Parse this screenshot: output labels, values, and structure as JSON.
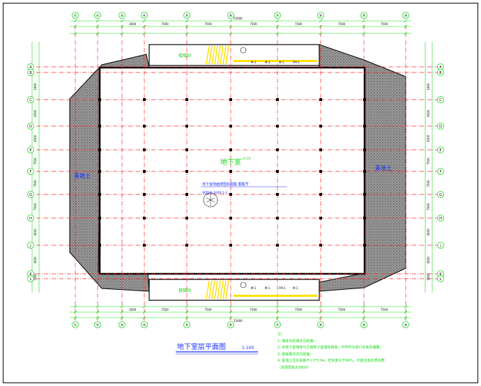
{
  "drawing": {
    "title": "地下室层平面图",
    "scale": "1:100",
    "room_label": "地下室",
    "room_area": "±0.00",
    "backfill_left": "素填土",
    "backfill_right": "素填土",
    "note_line1": "地下室地面按国标图集 图集号",
    "note_line2": "详见JSJ-2006-1-1"
  },
  "grid": {
    "top_labels": [
      "①",
      "②",
      "③",
      "④",
      "⑤",
      "⑥",
      "⑦",
      "⑧",
      "⑨",
      "⑩"
    ],
    "bottom_labels": [
      "①",
      "②",
      "③",
      "④",
      "⑤",
      "⑥",
      "⑦",
      "⑧",
      "⑨",
      "⑩"
    ],
    "left_labels": [
      "A",
      "B",
      "C",
      "D",
      "E",
      "F",
      "G",
      "H",
      "J",
      "K",
      "L"
    ],
    "right_labels": [
      "A",
      "B",
      "C",
      "D",
      "E",
      "F",
      "G",
      "H",
      "J",
      "K",
      "L"
    ],
    "top_dims": [
      "3000",
      "7500",
      "7500",
      "7500",
      "7500",
      "7500",
      "7500"
    ],
    "total_dim": "53000",
    "left_dims": [
      "1800",
      "4500",
      "4500",
      "7500",
      "7500",
      "7500",
      "4500",
      "4500",
      "1800"
    ]
  },
  "stairs": {
    "top_labels": [
      "M-1",
      "M-1",
      "M-1",
      "FM-1"
    ],
    "bottom_labels": [
      "M-1",
      "M-1",
      "FM-1",
      "M-1"
    ],
    "stair_label": "楼梯间"
  },
  "notes": {
    "heading": "注：",
    "items": [
      "1. 墙体为砼墙详见结施；",
      "2. 本地下室墙体与主楼地下室墙体相连，平时作为自行车库及储藏；",
      "3. 基础做法详见结施；",
      "4. 素填土压实系数不小于0.94，密实度大于94%，不能含有机质杂质；",
      "（本层层高为3900）"
    ]
  },
  "colors": {
    "grid_red": "#ff2020",
    "dim_green": "#13d813",
    "wall_black": "#000000",
    "fill_gray": "#8a8a8a",
    "label_blue": "#1a30ff",
    "stair_yellow": "#ffe000"
  }
}
